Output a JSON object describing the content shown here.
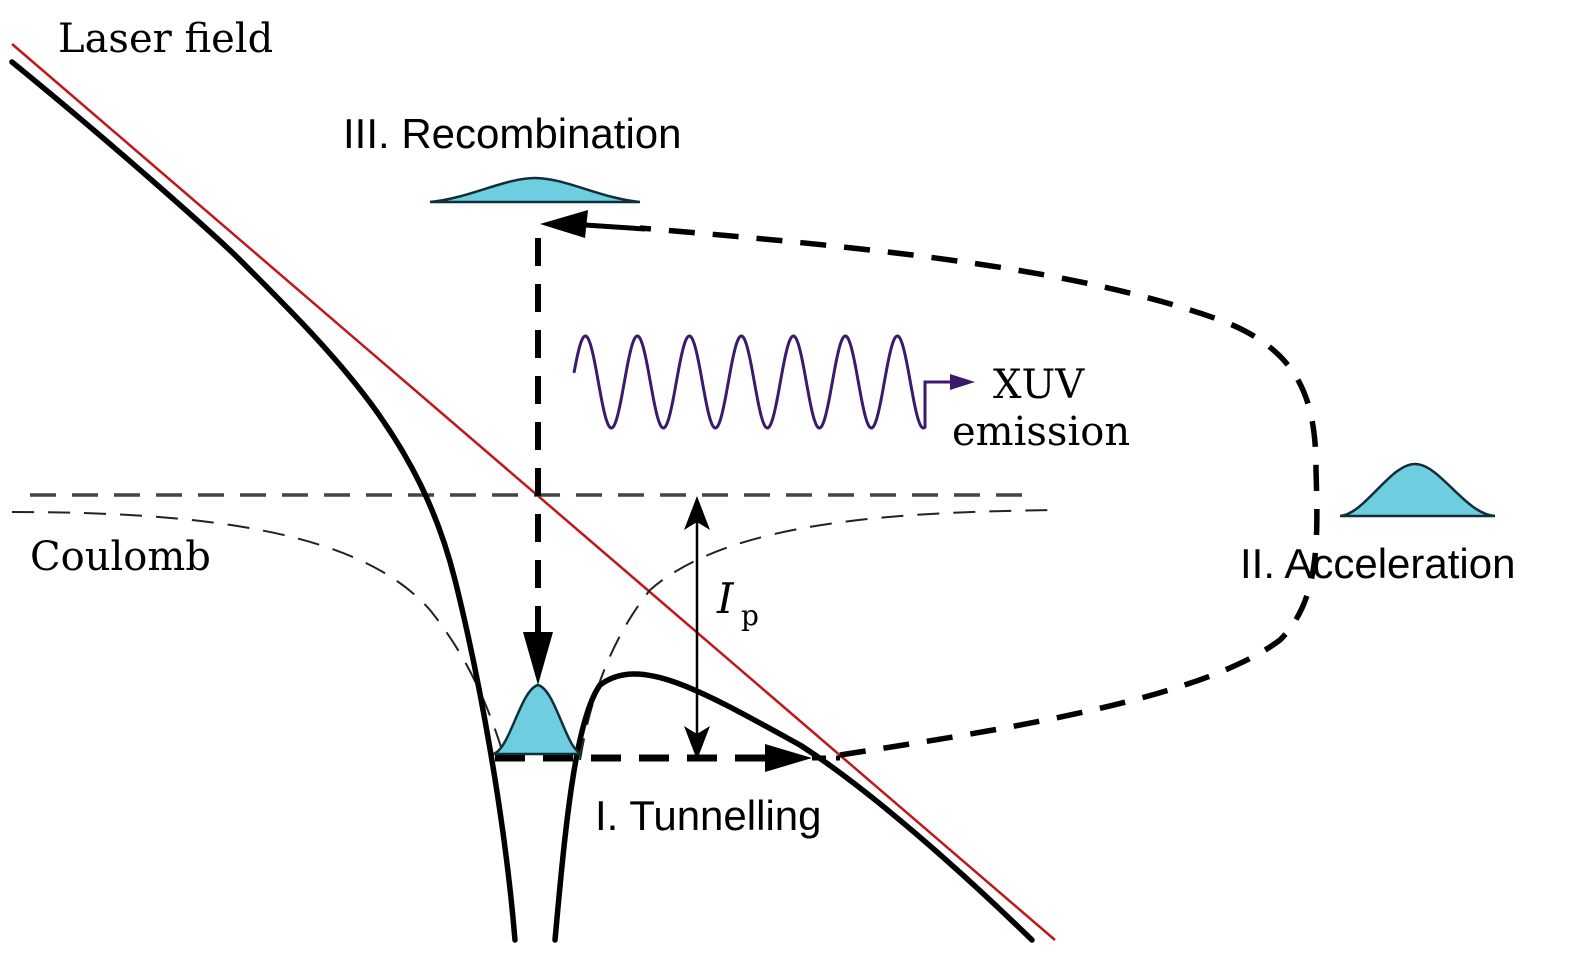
{
  "title": "Three-step model of high-harmonic generation",
  "labels": {
    "laser_field": "Laser field",
    "recombination": "III. Recombination",
    "acceleration": "II. Acceleration",
    "tunnelling": "I. Tunnelling",
    "coulomb": "Coulomb",
    "xuv_line1": "XUV",
    "xuv_line2": "emission",
    "ip_symbol": "I",
    "ip_subscript": "p"
  },
  "colors": {
    "laser_field_line": "#c0171c",
    "potential_curve": "#000000",
    "coulomb_dashed": "#222222",
    "energy_level_dashed": "#444444",
    "trajectory_dashed": "#000000",
    "wavepacket_fill": "#6fcde0",
    "wavepacket_stroke": "#0f2f3a",
    "xuv_wave": "#3b1a6b",
    "text": "#000000"
  },
  "xuv_wave_cycles": 7
}
